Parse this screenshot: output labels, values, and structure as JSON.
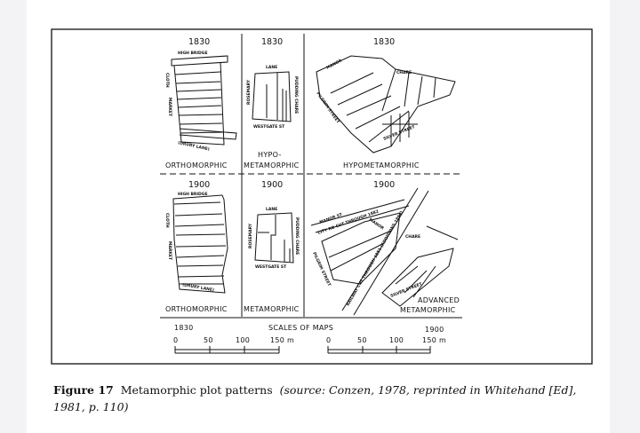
{
  "figure": {
    "panels": [
      {
        "year": "1830",
        "type": "ORTHOMORPHIC",
        "streets": [
          "HIGH BRIDGE",
          "CLOTH",
          "MARKET",
          "(DRURY LANE)"
        ]
      },
      {
        "year": "1830",
        "type_line1": "HYPO-",
        "type_line2": "METAMORPHIC",
        "streets": [
          "LANE",
          "ROSEMARY",
          "PUDDING CHARE",
          "WESTGATE ST"
        ]
      },
      {
        "year": "1830",
        "type": "HYPOMETAMORPHIC",
        "streets": [
          "MANOR",
          "CHARE",
          "PILGRIM STREET",
          "SILVER STREET"
        ]
      },
      {
        "year": "1900",
        "type": "ORTHOMORPHIC",
        "streets": [
          "HIGH BRIDGE",
          "CLOTH",
          "MARKET",
          "(DRURY LANE)"
        ]
      },
      {
        "year": "1900",
        "type": "METAMORPHIC",
        "streets": [
          "LANE",
          "ROSEMARY",
          "PUDDING CHARE",
          "WESTGATE ST"
        ]
      },
      {
        "year": "1900",
        "type_line1": "ADVANCED",
        "type_line2": "METAMORPHIC",
        "streets": [
          "MANOR ST",
          "CITY RD CUT THROUGH 1882",
          "MANOR",
          "CHARE",
          "RAILWAY CUT THROUGH 1851 (ADDITIONS 1894)",
          "PILGRIM STREET",
          "SILVER STREET"
        ]
      }
    ],
    "scales": {
      "title": "SCALES OF MAPS",
      "left_year": "1830",
      "right_year": "1900",
      "ticks": [
        "0",
        "50",
        "100",
        "150 m"
      ]
    }
  },
  "caption": {
    "label": "Figure 17",
    "title": "Metamorphic plot patterns",
    "source_line1": "(source: Conzen, 1978, reprinted in Whitehand [Ed],",
    "source_line2": "1981, p. 110)"
  }
}
